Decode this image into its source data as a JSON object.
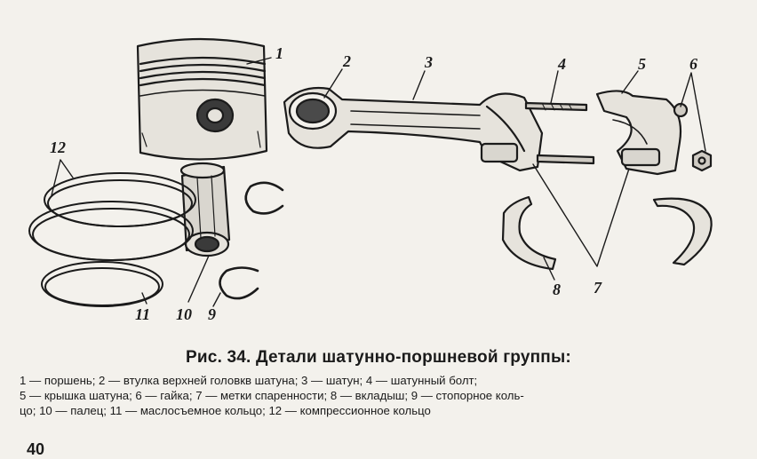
{
  "figure": {
    "callouts": [
      "1",
      "2",
      "3",
      "4",
      "5",
      "6",
      "7",
      "8",
      "9",
      "10",
      "11",
      "12"
    ]
  },
  "caption": {
    "title": "Рис. 34. Детали шатунно-поршневой группы:",
    "lines": [
      "1 — поршень; 2 — втулка верхней головкв шатуна; 3 — шатун; 4 — шатунный болт;",
      "5 — крышка шатуна; 6 — гайка; 7 — метки спаренности; 8 — вкладыш; 9 — стопорное коль-",
      "цо; 10 — палец; 11 — маслосъемное кольцо; 12 — компрессионное кольцо"
    ]
  },
  "page_number": "40"
}
